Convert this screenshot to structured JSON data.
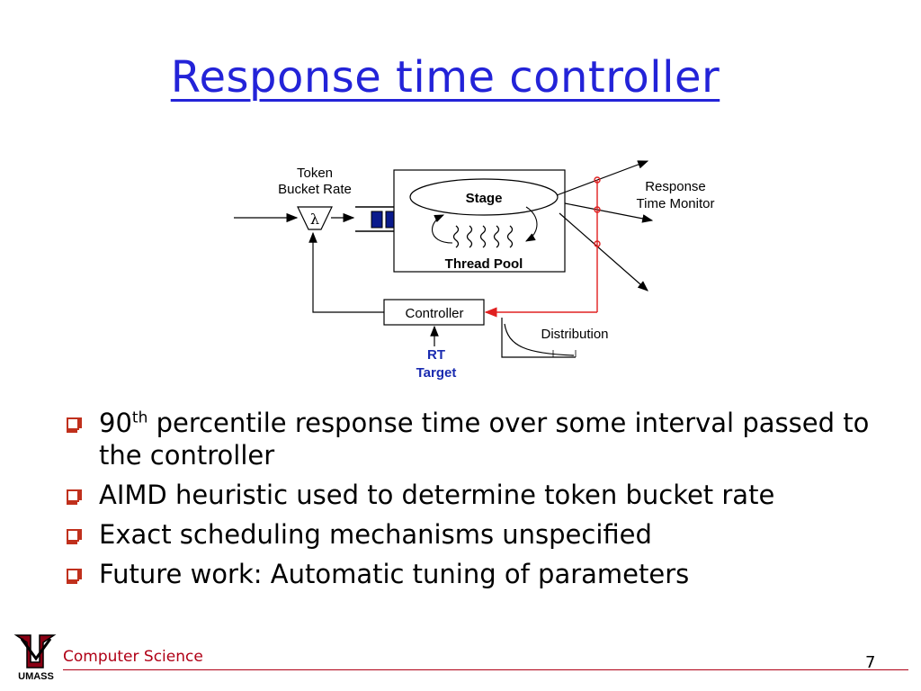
{
  "slide": {
    "title": "Response time controller",
    "bullets": [
      {
        "pre": "90",
        "sup": "th",
        "post": " percentile response time over some interval passed to the controller"
      },
      {
        "text": "AIMD heuristic used to determine token bucket rate"
      },
      {
        "text": "Exact scheduling mechanisms unspecified"
      },
      {
        "text": "Future work: Automatic tuning of parameters"
      }
    ],
    "footer": {
      "label": "Computer Science",
      "logo_text": "UMASS",
      "page": "7"
    }
  },
  "diagram": {
    "token_bucket_label_1": "Token",
    "token_bucket_label_2": "Bucket Rate",
    "lambda": "λ",
    "stage": "Stage",
    "thread_pool": "Thread Pool",
    "response_monitor_1": "Response",
    "response_monitor_2": "Time Monitor",
    "controller": "Controller",
    "distribution": "Distribution",
    "rt_target_1": "RT",
    "rt_target_2": "Target"
  },
  "colors": {
    "title": "#2323d8",
    "monitor_line": "#e02020",
    "rt_target": "#1a2bb0",
    "footer": "#b00016",
    "bullet": "#c0301c"
  }
}
